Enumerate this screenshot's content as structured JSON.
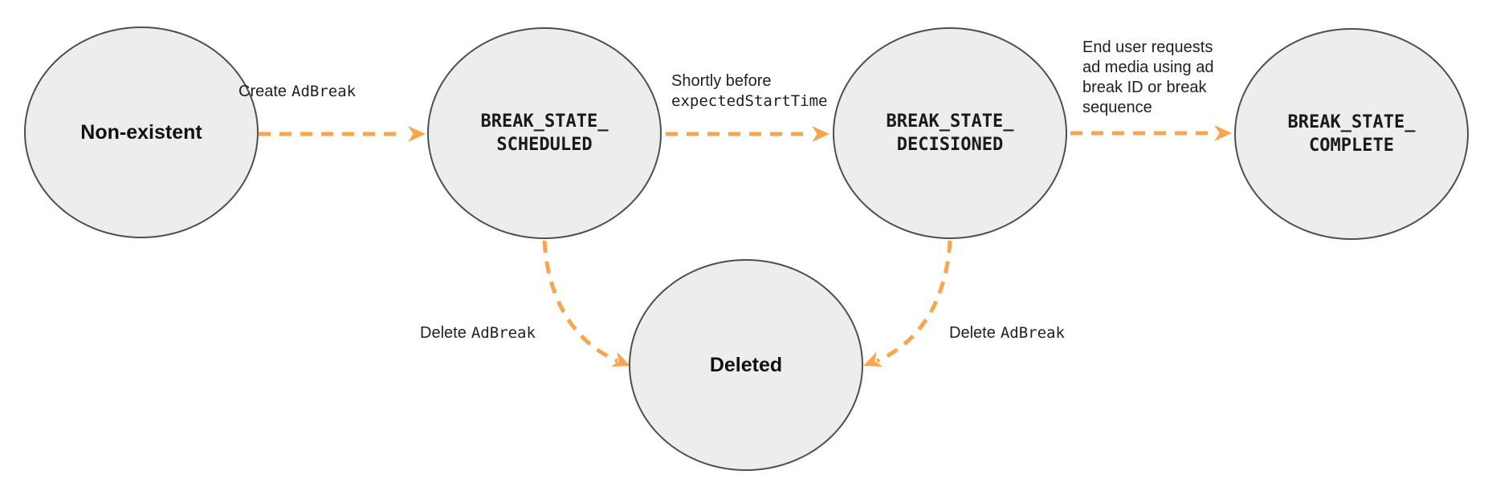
{
  "diagram": {
    "states": {
      "non_existent": {
        "label": "Non-existent"
      },
      "scheduled": {
        "line1": "BREAK_STATE_",
        "line2": "SCHEDULED"
      },
      "decisioned": {
        "line1": "BREAK_STATE_",
        "line2": "DECISIONED"
      },
      "complete": {
        "line1": "BREAK_STATE_",
        "line2": "COMPLETE"
      },
      "deleted": {
        "label": "Deleted"
      }
    },
    "transitions": {
      "create": {
        "text": "Create",
        "code": "AdBreak"
      },
      "decision": {
        "text": "Shortly before",
        "code": "expectedStartTime"
      },
      "complete_request": {
        "line1": "End user requests",
        "line2": "ad media using ad",
        "line3": "break ID or break",
        "line4": "sequence"
      },
      "delete_from_scheduled": {
        "text": "Delete",
        "code": "AdBreak"
      },
      "delete_from_decisioned": {
        "text": "Delete",
        "code": "AdBreak"
      }
    },
    "colors": {
      "arrow_orange": "#F8A64D",
      "node_fill": "#EDEDED",
      "node_border": "#4C5053",
      "text": "#202124"
    }
  }
}
